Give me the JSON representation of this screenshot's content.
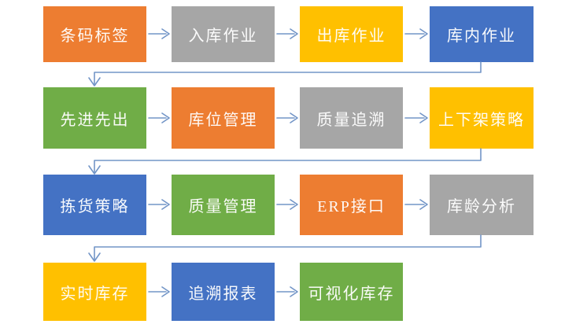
{
  "flowchart": {
    "background_color": "#FFFFFF",
    "text_color": "#FFFFFF",
    "connector_color": "#7295C7",
    "palette": {
      "orange": "#ED7D31",
      "gray": "#A6A6A6",
      "gold": "#FFC000",
      "blue": "#4472C4",
      "green": "#70AD47"
    },
    "rows": [
      {
        "boxes": [
          {
            "label": "条码标签",
            "color": "#ED7D31"
          },
          {
            "label": "入库作业",
            "color": "#A6A6A6"
          },
          {
            "label": "出库作业",
            "color": "#FFC000"
          },
          {
            "label": "库内作业",
            "color": "#4472C4"
          }
        ]
      },
      {
        "boxes": [
          {
            "label": "先进先出",
            "color": "#70AD47"
          },
          {
            "label": "库位管理",
            "color": "#ED7D31"
          },
          {
            "label": "质量追溯",
            "color": "#A6A6A6"
          },
          {
            "label": "上下架策略",
            "color": "#FFC000"
          }
        ]
      },
      {
        "boxes": [
          {
            "label": "拣货策略",
            "color": "#4472C4"
          },
          {
            "label": "质量管理",
            "color": "#70AD47"
          },
          {
            "label": "ERP接口",
            "color": "#ED7D31"
          },
          {
            "label": "库龄分析",
            "color": "#A6A6A6"
          }
        ]
      },
      {
        "boxes": [
          {
            "label": "实时库存",
            "color": "#FFC000"
          },
          {
            "label": "追溯报表",
            "color": "#4472C4"
          },
          {
            "label": "可视化库存",
            "color": "#70AD47"
          }
        ]
      }
    ]
  }
}
